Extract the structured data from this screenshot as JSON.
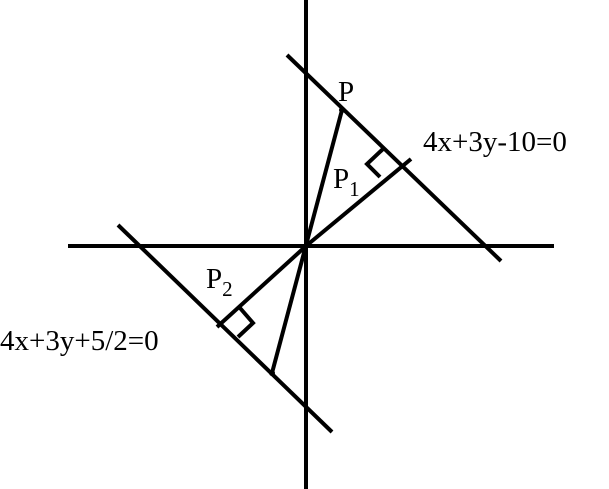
{
  "labels": {
    "point_p": "P",
    "foot_p1": "P",
    "foot_p1_sub": "1",
    "foot_p2": "P",
    "foot_p2_sub": "2",
    "line1_equation": "4x+3y-10=0",
    "line2_equation": "4x+3y+5/2=0"
  },
  "colors": {
    "stroke": "#000000",
    "background": "#ffffff"
  }
}
